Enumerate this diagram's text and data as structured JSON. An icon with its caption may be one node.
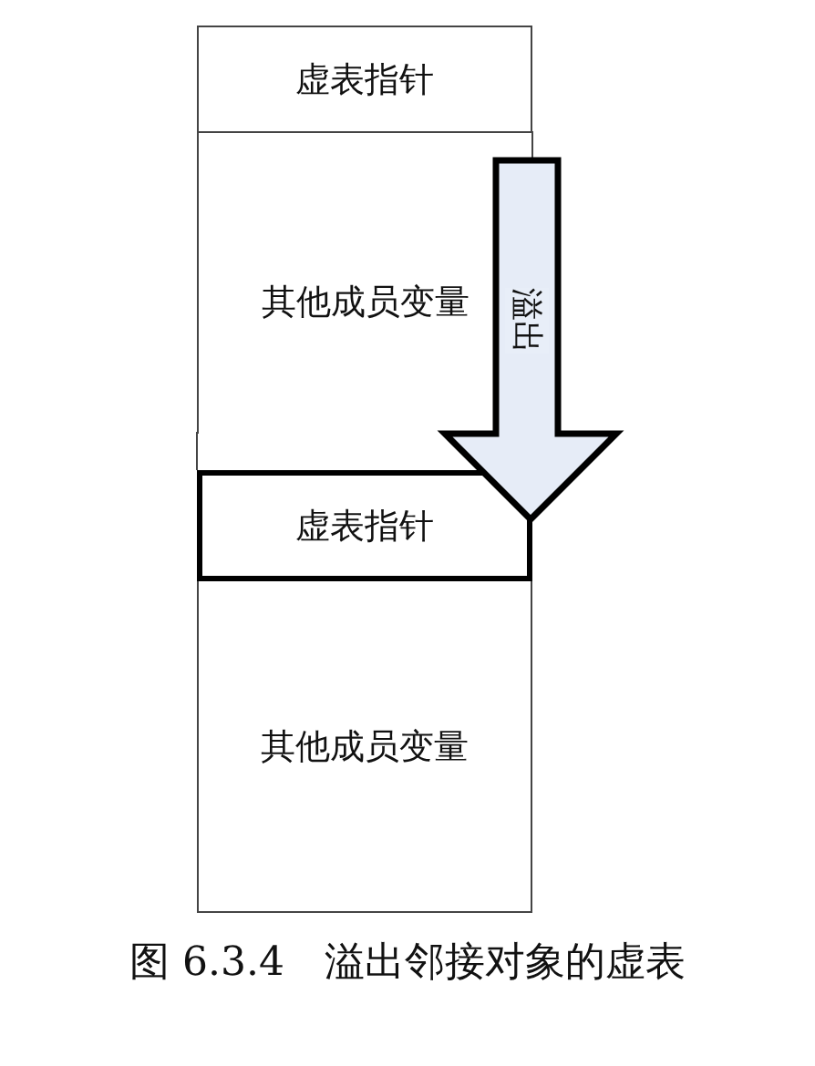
{
  "diagram": {
    "caption": "图 6.3.4　溢出邻接对象的虚表",
    "nodes": [
      {
        "text": [
          "虚表指针"
        ]
      },
      {
        "text": [
          "其他成员变量"
        ]
      },
      {
        "text": [
          "虚表指针"
        ]
      },
      {
        "text": [
          "其他成员变量"
        ]
      }
    ],
    "edges": [
      {
        "from": 1,
        "to": 2,
        "arrow": "to",
        "label": "溢出",
        "style": "thick"
      }
    ]
  }
}
